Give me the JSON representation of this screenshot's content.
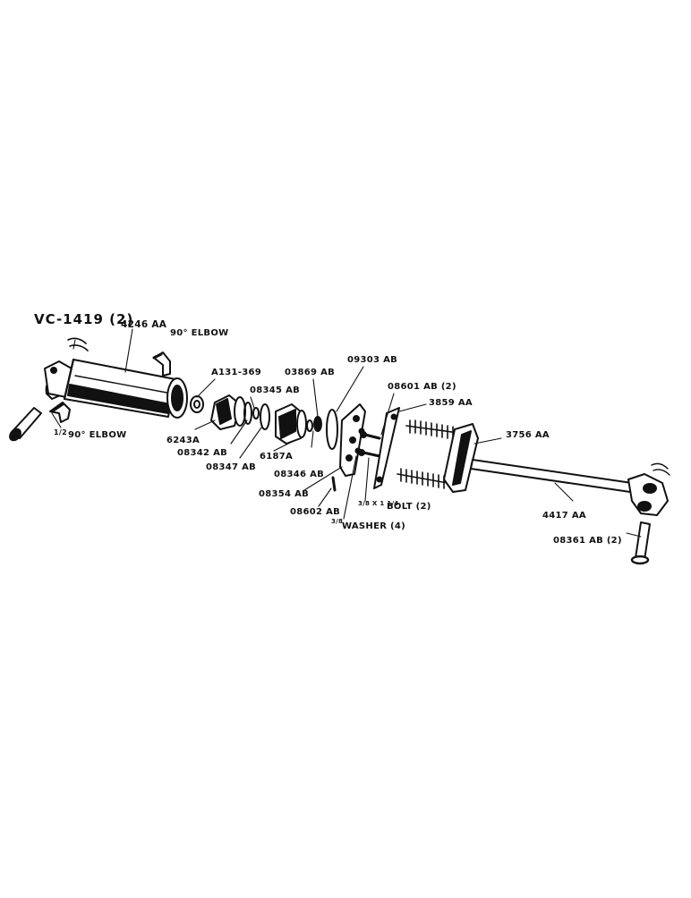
{
  "diagram": {
    "ink_color": "#111111",
    "paper_color": "#ffffff",
    "labels": {
      "vc1419": "VC-1419 (2)",
      "p4246aa": "4246 AA",
      "elbow_top": "90° ELBOW",
      "a131_369": "A131-369",
      "p08345ab": "08345 AB",
      "p03869ab": "03869 AB",
      "p09303ab": "09303 AB",
      "p08601ab": "08601 AB (2)",
      "p3859aa": "3859 AA",
      "p3756aa": "3756 AA",
      "elbow_bottom_frac": "1/2",
      "elbow_bottom": "90° ELBOW",
      "p6243a": "6243A",
      "p08342ab": "08342 AB",
      "p08347ab": "08347 AB",
      "p6187a": "6187A",
      "p08346ab": "08346 AB",
      "p08354ab": "08354 AB",
      "p08602ab": "08602 AB",
      "bolt_frac": "3/8 X 1 1/4",
      "bolt": "BOLT (2)",
      "washer_frac": "3/8",
      "washer": "WASHER (4)",
      "p4417aa": "4417 AA",
      "p08361ab": "08361 AB (2)"
    }
  }
}
